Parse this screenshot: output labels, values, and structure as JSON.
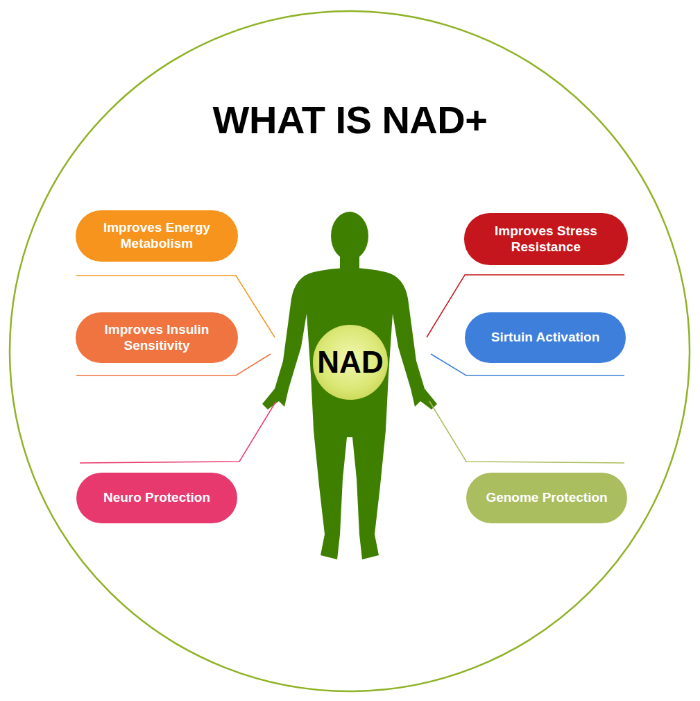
{
  "diagram": {
    "title": "WHAT IS NAD+",
    "nodes": [
      {
        "text": [
          "Improves Energy Metabolism"
        ]
      },
      {
        "text": [
          "Improves Stress Resistance"
        ]
      },
      {
        "text": [
          "Improves Insulin Sensitivity"
        ]
      },
      {
        "text": [
          "Sirtuin Activation"
        ]
      },
      {
        "text": [
          "NAD"
        ]
      },
      {
        "text": [
          "Neuro Protection"
        ]
      },
      {
        "text": [
          "Genome Protection"
        ]
      }
    ]
  }
}
